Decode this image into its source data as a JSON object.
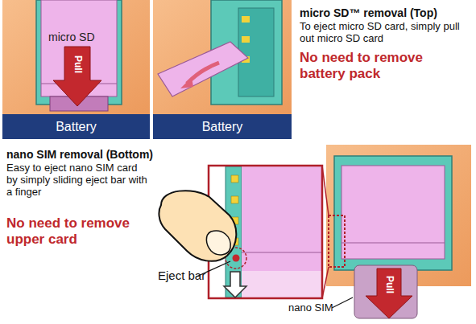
{
  "diagram": {
    "nodes": [
      {
        "text": [
          "Battery"
        ]
      },
      {
        "text": [
          "Battery"
        ]
      }
    ],
    "labels": [
      "micro SD",
      "Pull",
      "micro SD™ removal (Top)",
      "To eject micro SD card, simply pull out micro SD card",
      "No need to remove battery pack",
      "nano SIM removal (Bottom)",
      "Easy to eject nano SIM card by simply sliding eject bar with a finger",
      "No need to remove upper card",
      "Eject bar",
      "nano SIM",
      "Pull"
    ]
  }
}
